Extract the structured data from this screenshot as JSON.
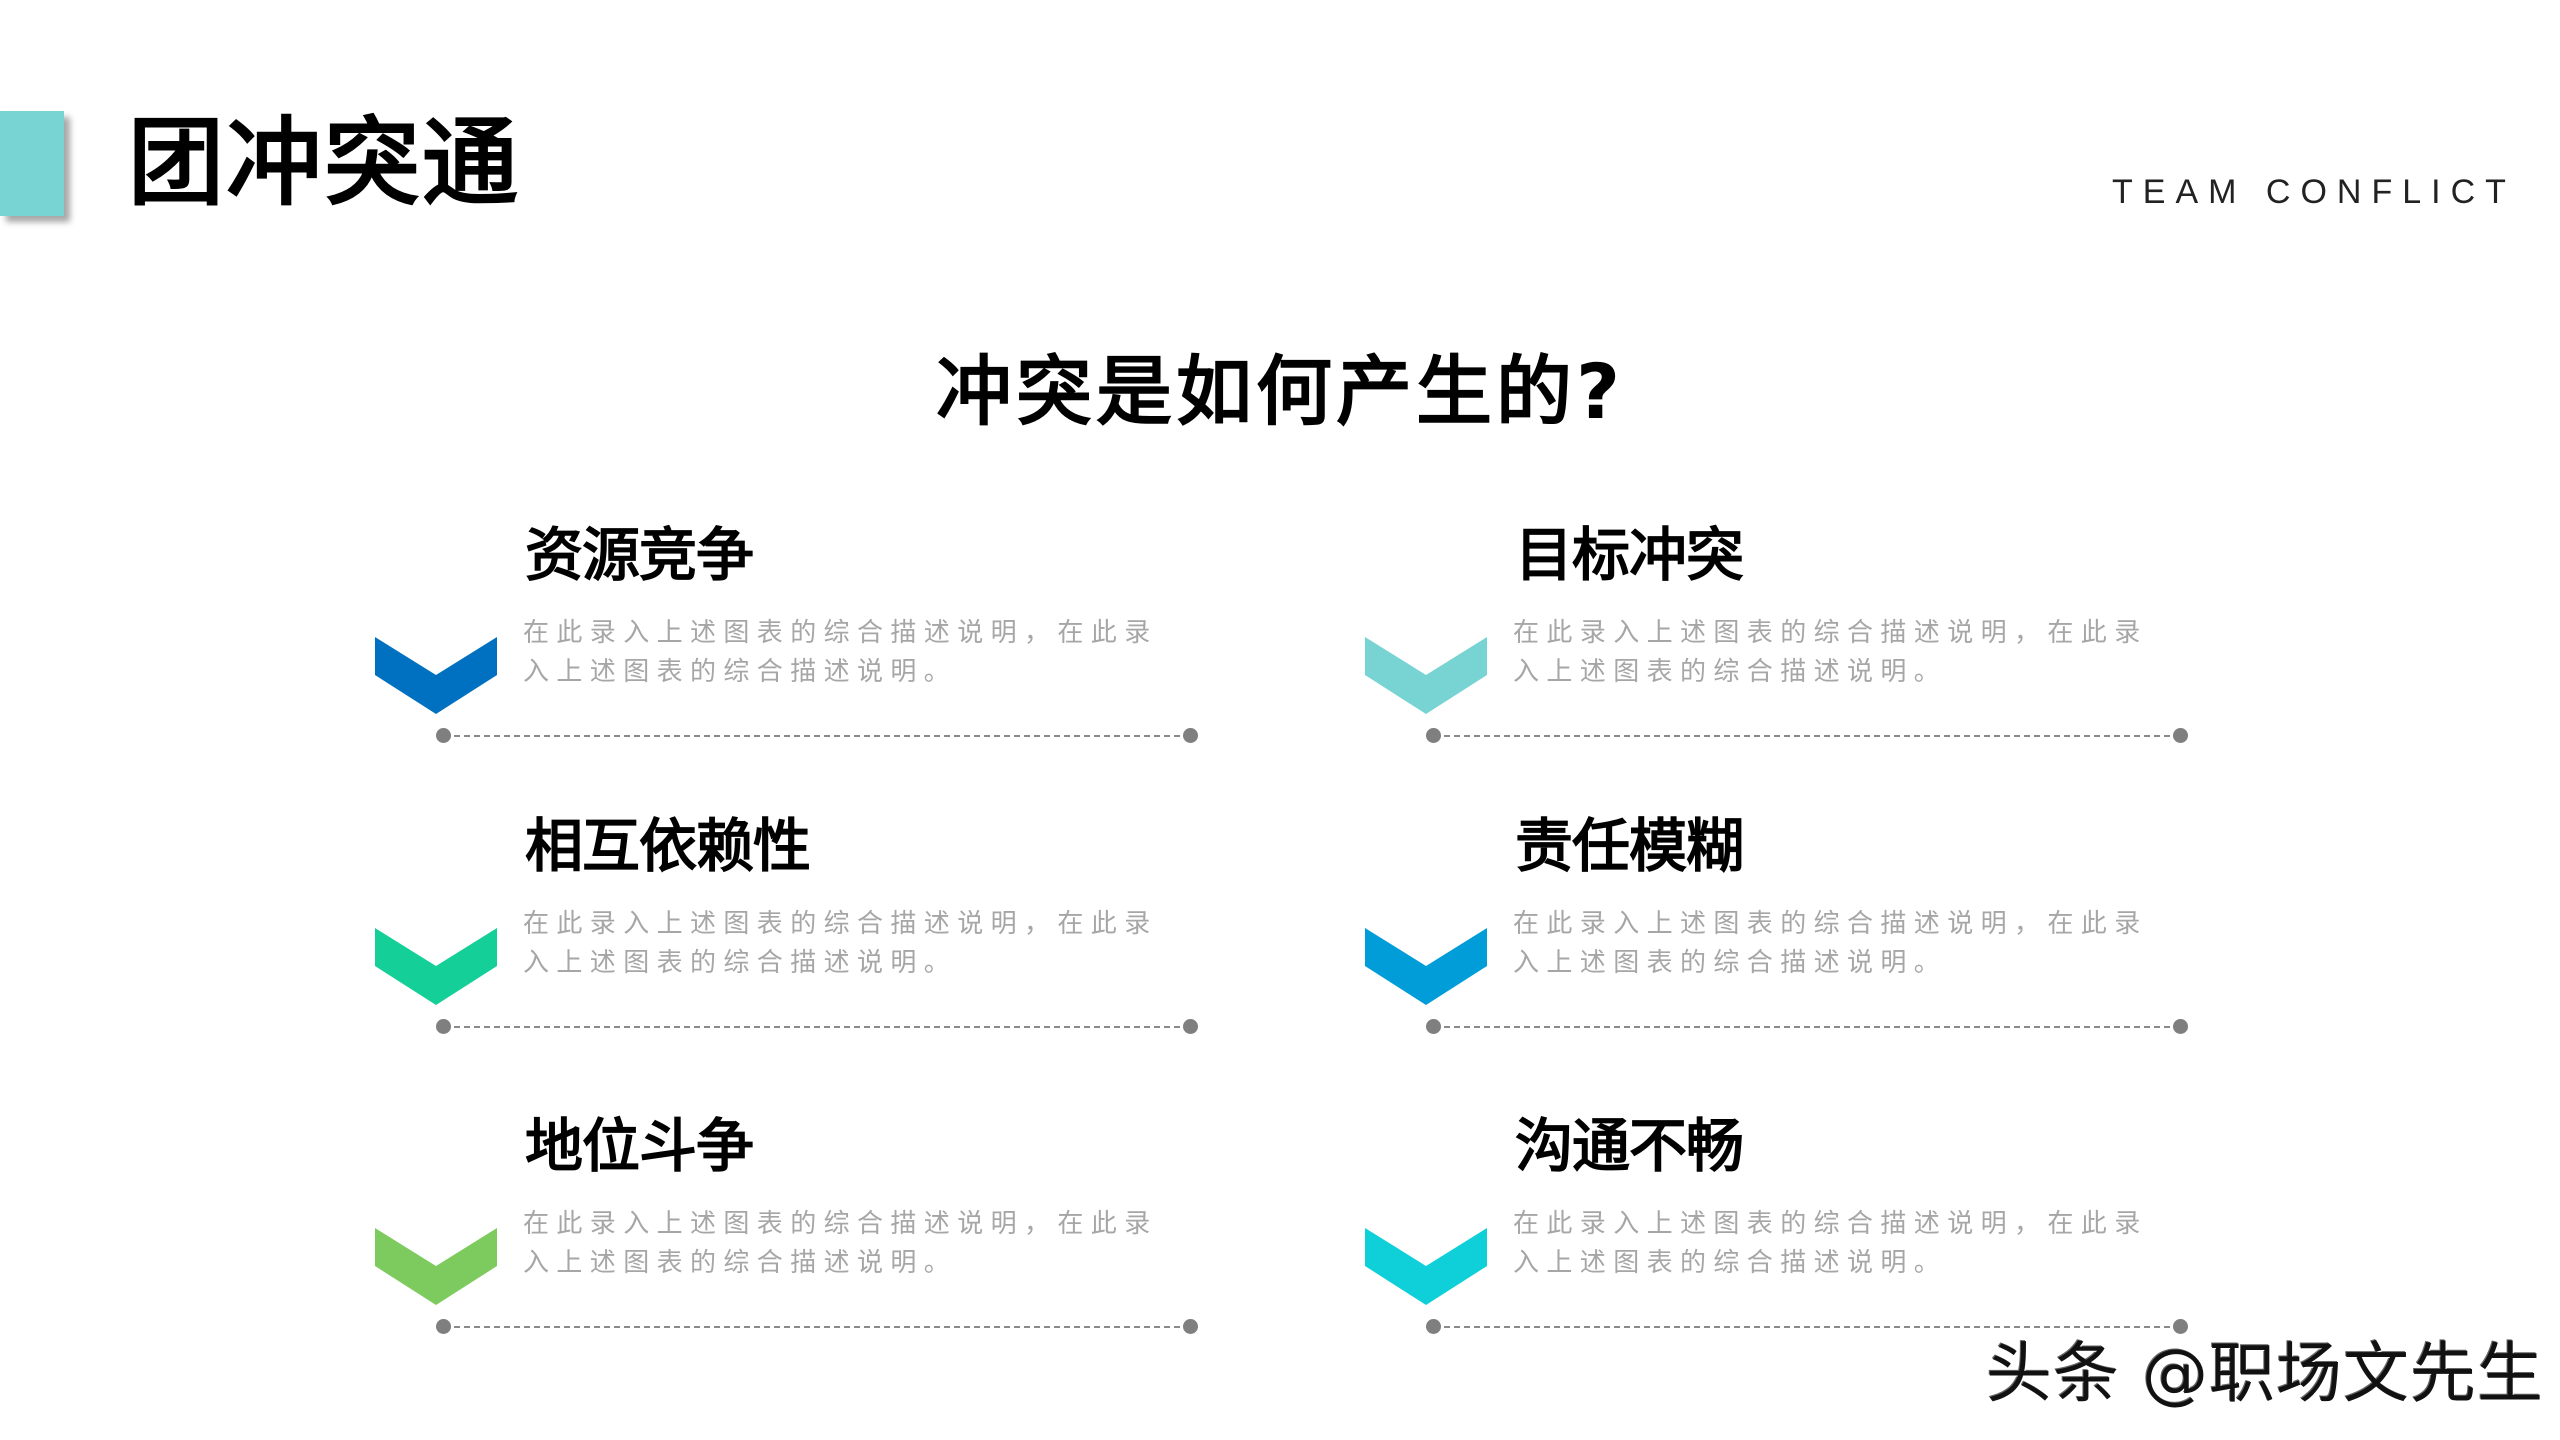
{
  "header": {
    "title": "团冲突通",
    "english_title": "TEAM CONFLICT",
    "accent_color": "#78D4D2"
  },
  "subtitle": "冲突是如何产生的?",
  "items": [
    {
      "title": "资源竞争",
      "description": "在此录入上述图表的综合描述说明，在此录入上述图表的综合描述说明。",
      "icon": "chevron-down-icon",
      "color": "#0070C0"
    },
    {
      "title": "目标冲突",
      "description": "在此录入上述图表的综合描述说明，在此录入上述图表的综合描述说明。",
      "icon": "chevron-down-icon",
      "color": "#78D3D3"
    },
    {
      "title": "相互依赖性",
      "description": "在此录入上述图表的综合描述说明，在此录入上述图表的综合描述说明。",
      "icon": "chevron-down-icon",
      "color": "#14CF98"
    },
    {
      "title": "责任模糊",
      "description": "在此录入上述图表的综合描述说明，在此录入上述图表的综合描述说明。",
      "icon": "chevron-down-icon",
      "color": "#009DD9"
    },
    {
      "title": "地位斗争",
      "description": "在此录入上述图表的综合描述说明，在此录入上述图表的综合描述说明。",
      "icon": "chevron-down-icon",
      "color": "#7DCB5E"
    },
    {
      "title": "沟通不畅",
      "description": "在此录入上述图表的综合描述说明，在此录入上述图表的综合描述说明。",
      "icon": "chevron-down-icon",
      "color": "#0FD0D8"
    }
  ],
  "watermark": "头条 @职场文先生"
}
